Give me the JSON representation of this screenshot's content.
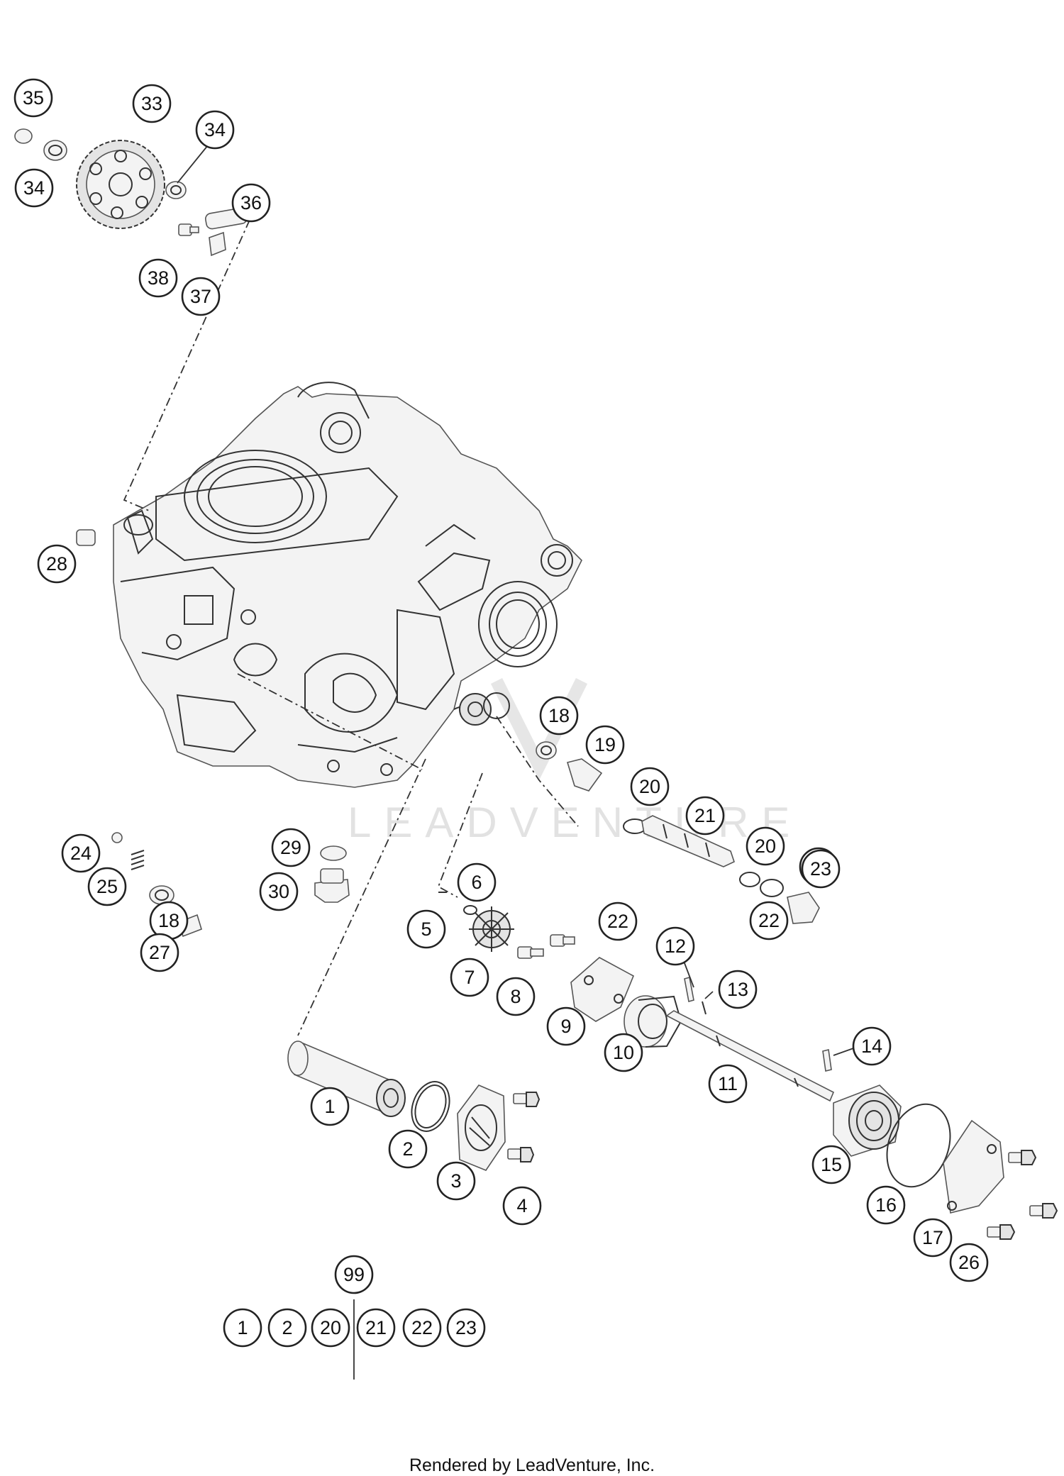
{
  "callouts": [
    "1",
    "2",
    "3",
    "4",
    "5",
    "6",
    "7",
    "8",
    "9",
    "10",
    "11",
    "12",
    "13",
    "14",
    "15",
    "16",
    "17",
    "18",
    "18",
    "19",
    "20",
    "20",
    "21",
    "22",
    "22",
    "23",
    "23",
    "24",
    "25",
    "26",
    "27",
    "28",
    "29",
    "30",
    "33",
    "34",
    "34",
    "35",
    "36",
    "37",
    "38",
    "99"
  ],
  "kit": {
    "label": "99",
    "items": [
      "1",
      "2",
      "20",
      "21",
      "22",
      "23"
    ]
  },
  "watermark": "LEADVENTURE",
  "footer": "Rendered by LeadVenture, Inc."
}
